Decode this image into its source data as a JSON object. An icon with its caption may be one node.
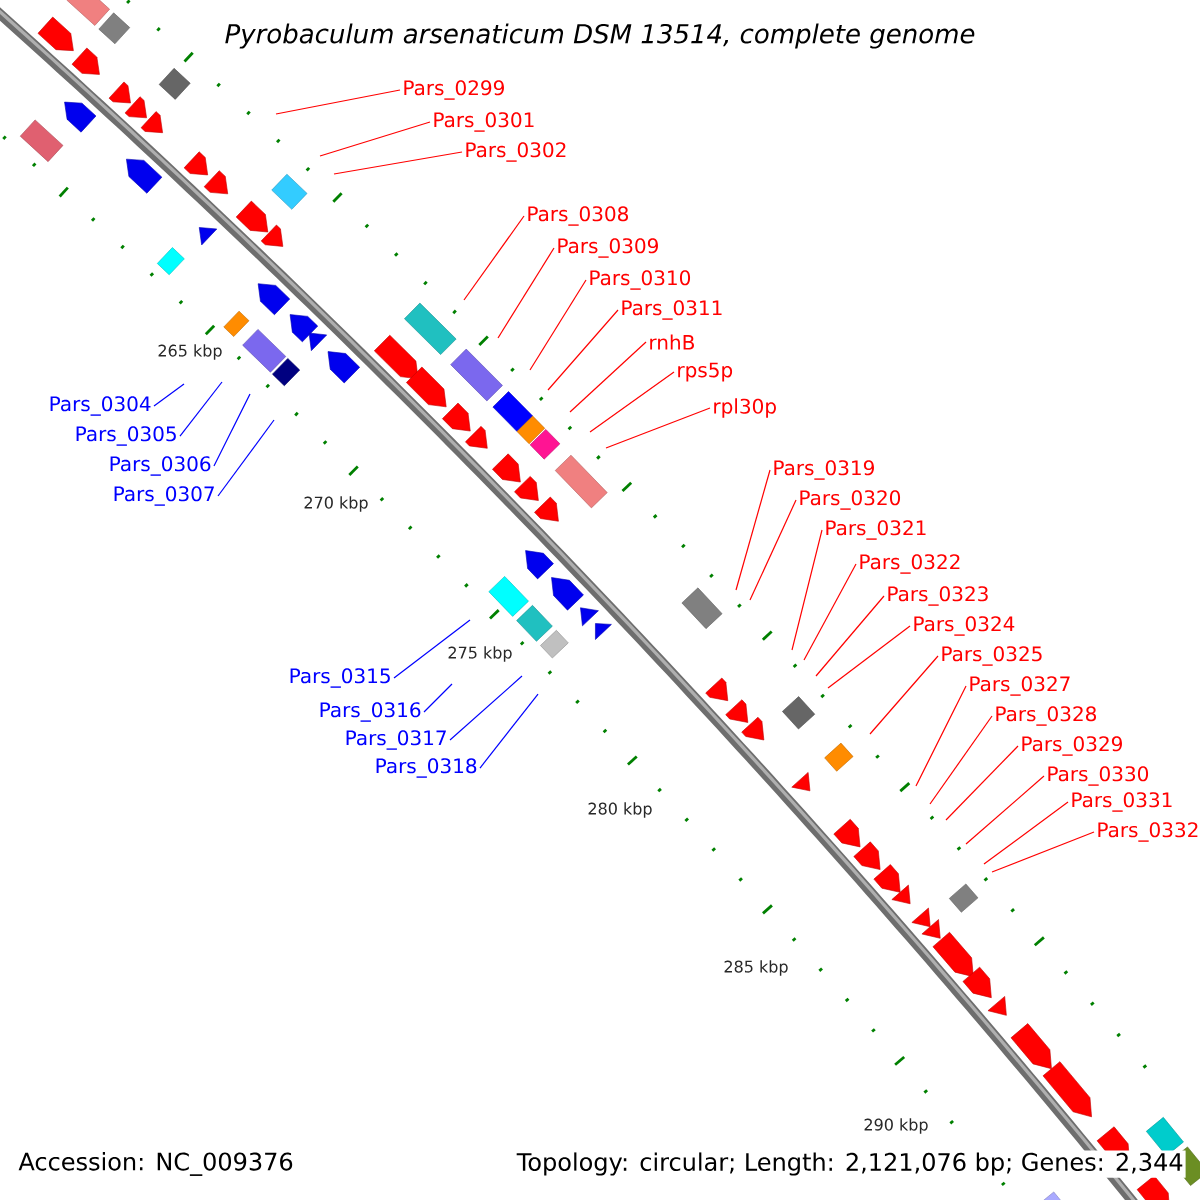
{
  "diagram": {
    "title": "Pyrobaculum arsenaticum DSM 13514, complete genome",
    "nodes": [
      {
        "text": [
          "Pars_0299"
        ]
      },
      {
        "text": [
          "Pars_0301"
        ]
      },
      {
        "text": [
          "Pars_0302"
        ]
      },
      {
        "text": [
          "Pars_0308"
        ]
      },
      {
        "text": [
          "Pars_0309"
        ]
      },
      {
        "text": [
          "Pars_0310"
        ]
      },
      {
        "text": [
          "Pars_0311"
        ]
      },
      {
        "text": [
          "rnhB"
        ]
      },
      {
        "text": [
          "rps5p"
        ]
      },
      {
        "text": [
          "rpl30p"
        ]
      },
      {
        "text": [
          "Pars_0304"
        ]
      },
      {
        "text": [
          "Pars_0305"
        ]
      },
      {
        "text": [
          "Pars_0306"
        ]
      },
      {
        "text": [
          "Pars_0307"
        ]
      },
      {
        "text": [
          "Pars_0319"
        ]
      },
      {
        "text": [
          "Pars_0320"
        ]
      },
      {
        "text": [
          "Pars_0321"
        ]
      },
      {
        "text": [
          "Pars_0322"
        ]
      },
      {
        "text": [
          "Pars_0323"
        ]
      },
      {
        "text": [
          "Pars_0324"
        ]
      },
      {
        "text": [
          "Pars_0325"
        ]
      },
      {
        "text": [
          "Pars_0315"
        ]
      },
      {
        "text": [
          "Pars_0316"
        ]
      },
      {
        "text": [
          "Pars_0317"
        ]
      },
      {
        "text": [
          "Pars_0318"
        ]
      },
      {
        "text": [
          "Pars_0327"
        ]
      },
      {
        "text": [
          "Pars_0328"
        ]
      },
      {
        "text": [
          "Pars_0329"
        ]
      },
      {
        "text": [
          "Pars_0330"
        ]
      },
      {
        "text": [
          "Pars_0331"
        ]
      },
      {
        "text": [
          "Pars_0332"
        ]
      }
    ],
    "edges": [
      {
        "from": 0,
        "to": null,
        "arrow": "none"
      },
      {
        "from": 1,
        "to": null,
        "arrow": "none"
      },
      {
        "from": 2,
        "to": null,
        "arrow": "none"
      },
      {
        "from": 3,
        "to": null,
        "arrow": "none"
      },
      {
        "from": 4,
        "to": null,
        "arrow": "none"
      },
      {
        "from": 5,
        "to": null,
        "arrow": "none"
      },
      {
        "from": 6,
        "to": null,
        "arrow": "none"
      },
      {
        "from": 7,
        "to": null,
        "arrow": "none"
      },
      {
        "from": 8,
        "to": null,
        "arrow": "none"
      },
      {
        "from": 9,
        "to": null,
        "arrow": "none"
      },
      {
        "from": 10,
        "to": null,
        "arrow": "none",
        "color": "#0000ff"
      },
      {
        "from": 11,
        "to": null,
        "arrow": "none",
        "color": "#0000ff"
      },
      {
        "from": 12,
        "to": null,
        "arrow": "none",
        "color": "#0000ff"
      },
      {
        "from": 13,
        "to": null,
        "arrow": "none",
        "color": "#0000ff"
      },
      {
        "from": 14,
        "to": null,
        "arrow": "none"
      },
      {
        "from": 15,
        "to": null,
        "arrow": "none"
      },
      {
        "from": 16,
        "to": null,
        "arrow": "none"
      },
      {
        "from": 17,
        "to": null,
        "arrow": "none"
      },
      {
        "from": 18,
        "to": null,
        "arrow": "none"
      },
      {
        "from": 19,
        "to": null,
        "arrow": "none"
      },
      {
        "from": 20,
        "to": null,
        "arrow": "none"
      },
      {
        "from": 21,
        "to": null,
        "arrow": "none",
        "color": "#0000ff"
      },
      {
        "from": 22,
        "to": null,
        "arrow": "none",
        "color": "#0000ff"
      },
      {
        "from": 23,
        "to": null,
        "arrow": "none",
        "color": "#0000ff"
      },
      {
        "from": 24,
        "to": null,
        "arrow": "none",
        "color": "#0000ff"
      },
      {
        "from": 25,
        "to": null,
        "arrow": "none"
      },
      {
        "from": 26,
        "to": null,
        "arrow": "none"
      },
      {
        "from": 27,
        "to": null,
        "arrow": "none"
      },
      {
        "from": 28,
        "to": null,
        "arrow": "none"
      },
      {
        "from": 29,
        "to": null,
        "arrow": "none"
      },
      {
        "from": 30,
        "to": null,
        "arrow": "none"
      }
    ],
    "labels": [
      "265 kbp",
      "270 kbp",
      "275 kbp",
      "280 kbp",
      "285 kbp",
      "290 kbp",
      "Accession: NC_009376",
      "Topology: circular; Length: 2,121,076 bp; Genes: 2,344"
    ]
  }
}
